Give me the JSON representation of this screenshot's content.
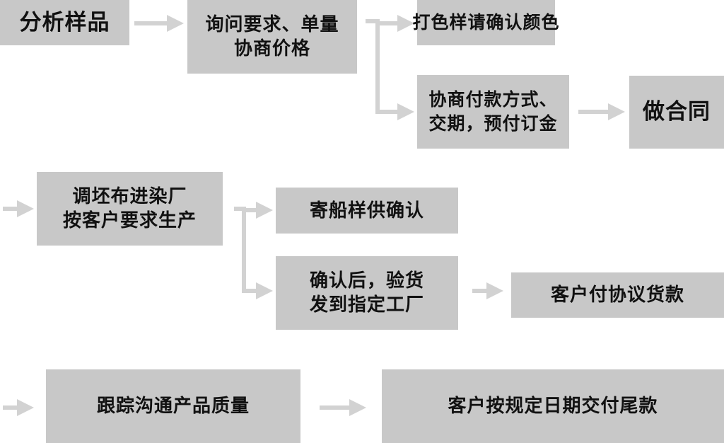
{
  "flow": {
    "row1": {
      "analyze_sample": "分析样品",
      "inquire_requirements": [
        "询问要求、单量",
        "协商价格"
      ],
      "color_confirm": "打色样请确认颜色",
      "payment_terms": [
        "协商付款方式、",
        "交期，预付订金"
      ],
      "make_contract": "做合同"
    },
    "row2": {
      "production": [
        "调坯布进染厂",
        "按客户要求生产"
      ],
      "ship_sample": "寄船样供确认",
      "inspect_ship": [
        "确认后，验货",
        "发到指定工厂"
      ],
      "client_payment": "客户付协议货款"
    },
    "row3": {
      "quality_followup": "跟踪沟通产品质量",
      "final_payment": "客户按规定日期交付尾款"
    }
  },
  "colors": {
    "box_fill": "#c8c8c8",
    "text": "#111111",
    "arrow": "#d2d2d2"
  }
}
